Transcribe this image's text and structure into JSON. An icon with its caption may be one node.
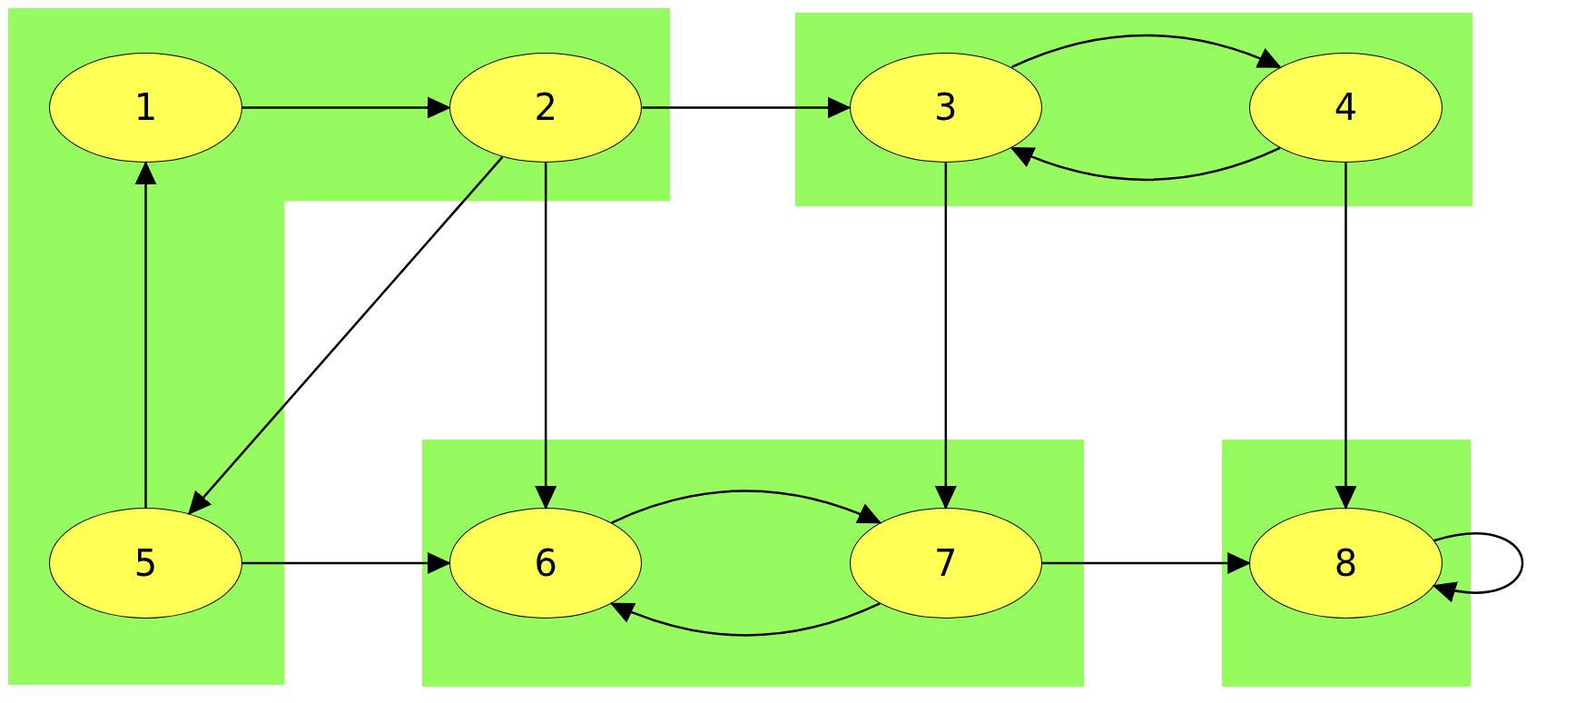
{
  "diagram": {
    "nodes": [
      {
        "text": [],
        "shape": "box"
      },
      {
        "text": [
          "1"
        ],
        "in": 0
      },
      {
        "text": [
          "2"
        ],
        "in": 0
      },
      {
        "text": [
          "5"
        ],
        "in": 0
      },
      {
        "text": [],
        "shape": "box"
      },
      {
        "text": [
          "3"
        ],
        "in": 4
      },
      {
        "text": [
          "4"
        ],
        "in": 4
      },
      {
        "text": [],
        "shape": "box"
      },
      {
        "text": [
          "6"
        ],
        "in": 7
      },
      {
        "text": [
          "7"
        ],
        "in": 7
      },
      {
        "text": [],
        "shape": "box"
      },
      {
        "text": [
          "8"
        ],
        "in": 10
      }
    ],
    "edges": [
      {
        "from": 1,
        "to": 2,
        "arrow": "to"
      },
      {
        "from": 2,
        "to": 5,
        "arrow": "to"
      },
      {
        "from": 5,
        "to": 6,
        "arrow": "to"
      },
      {
        "from": 6,
        "to": 5,
        "arrow": "to"
      },
      {
        "from": 2,
        "to": 3,
        "arrow": "to"
      },
      {
        "from": 2,
        "to": 8,
        "arrow": "to"
      },
      {
        "from": 5,
        "to": 9,
        "arrow": "to"
      },
      {
        "from": 6,
        "to": 11,
        "arrow": "to"
      },
      {
        "from": 3,
        "to": 1,
        "arrow": "to"
      },
      {
        "from": 3,
        "to": 8,
        "arrow": "to"
      },
      {
        "from": 8,
        "to": 9,
        "arrow": "to"
      },
      {
        "from": 9,
        "to": 8,
        "arrow": "to"
      },
      {
        "from": 9,
        "to": 11,
        "arrow": "to"
      },
      {
        "from": 11,
        "to": 11,
        "arrow": "to"
      }
    ]
  }
}
